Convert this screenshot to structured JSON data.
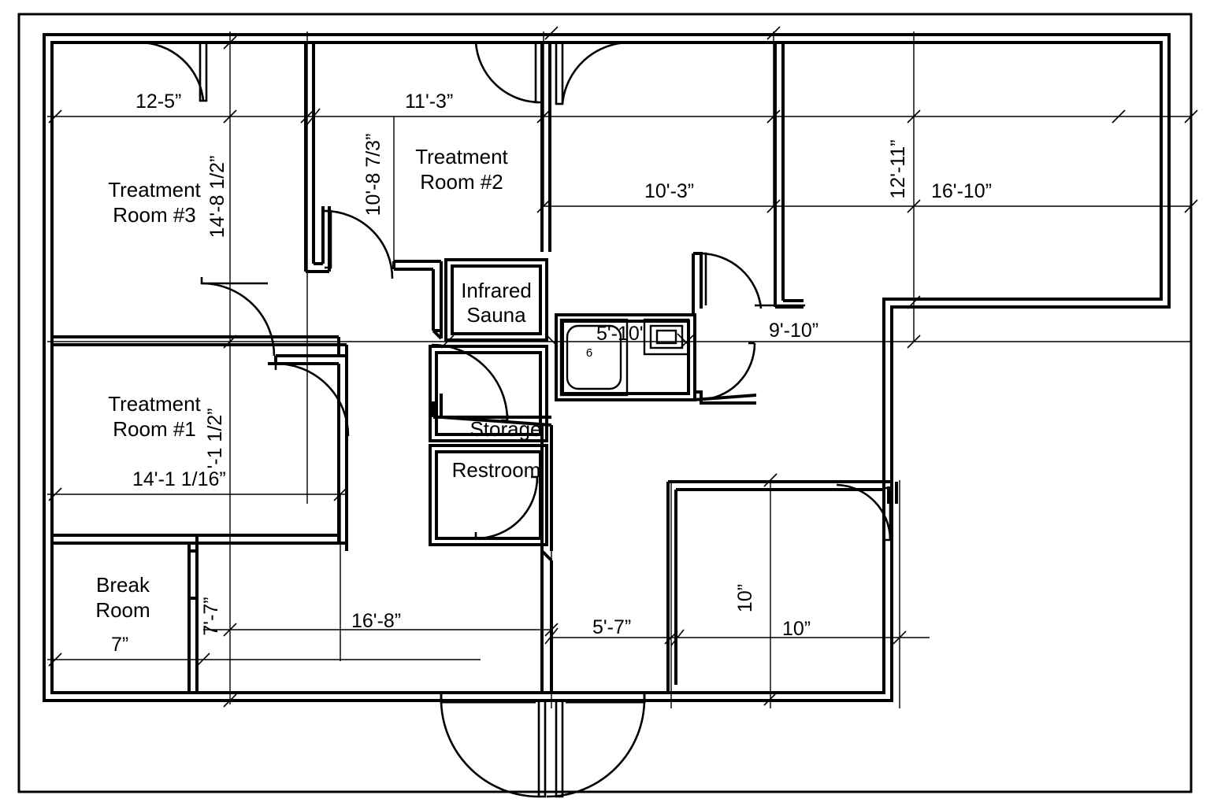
{
  "drawing": {
    "kind": "architectural-floor-plan",
    "title": "",
    "line_color": "#000000",
    "background_color": "#ffffff",
    "dimension_line_color": "#000000"
  },
  "rooms": [
    {
      "id": "treatment-room-3",
      "name_line1": "Treatment",
      "name_line2": "Room #3"
    },
    {
      "id": "treatment-room-2",
      "name_line1": "Treatment",
      "name_line2": "Room #2"
    },
    {
      "id": "treatment-room-1",
      "name_line1": "Treatment",
      "name_line2": "Room #1"
    },
    {
      "id": "infrared-sauna",
      "name_line1": "Infrared",
      "name_line2": "Sauna"
    },
    {
      "id": "storage",
      "name_line1": "Storage",
      "name_line2": ""
    },
    {
      "id": "restroom",
      "name_line1": "Restroom",
      "name_line2": ""
    },
    {
      "id": "break-room",
      "name_line1": "Break",
      "name_line2": "Room"
    }
  ],
  "dimensions": {
    "top_treatment3_width": "12-5”",
    "treatment3_height": "14'-8 1/2”",
    "top_treatment2_width": "11'-3”",
    "treatment2_height": "10'-8 7/3”",
    "center_upper_width": "10'-3”",
    "right_room_height": "12'-11”",
    "right_room_width": "16'-10”",
    "corridor_right_width": "9'-10”",
    "bath_width": "5'-10'",
    "treatment1_height": "'-1 1/2”",
    "treatment1_width": "14'-1 1/16”",
    "break_room_width": "7”",
    "break_room_height": "7'-7”",
    "lower_hall_width": "16'-8”",
    "lower_center_width": "5'-7”",
    "lower_right_height": "10”",
    "lower_right_width": "10”"
  },
  "fixtures": [
    {
      "id": "shower-tub",
      "label": "6"
    },
    {
      "id": "sink",
      "label": ""
    }
  ]
}
